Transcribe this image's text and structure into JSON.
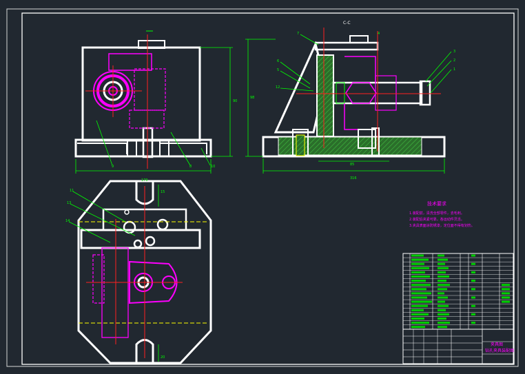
{
  "drawing": {
    "section_label": "C-C",
    "dimensions": {
      "front_width": "170",
      "front_height": "90",
      "side_width": "316",
      "side_height": "98",
      "side_inner": "85",
      "top_tab": "15",
      "bottom_tab": "20"
    },
    "leaders": {
      "front": [
        "9",
        "8",
        "10"
      ],
      "side_left": [
        "7",
        "6",
        "5",
        "12",
        "4"
      ],
      "side_right": [
        "3",
        "2",
        "1"
      ],
      "top_view": [
        "11",
        "13",
        "14"
      ]
    }
  },
  "tech_notes": {
    "title": "技术要求",
    "lines": [
      "1.装配前，清洗全部零件，去毛刺。",
      "2.装配后夹紧可靠，各运动件灵活。",
      "3.夹具表面涂防锈漆，定位面不得有划伤。"
    ]
  },
  "title_block": {
    "line1": "夹具图",
    "line2": "钻孔夹具装配图"
  },
  "colors": {
    "background": "#212830",
    "outline": "#ffffff",
    "centerline": "#ff2020",
    "dimension": "#00ff00",
    "magenta": "#ff00ff",
    "hatch": "#2f8f2f",
    "text_yellow": "#ffff00"
  }
}
